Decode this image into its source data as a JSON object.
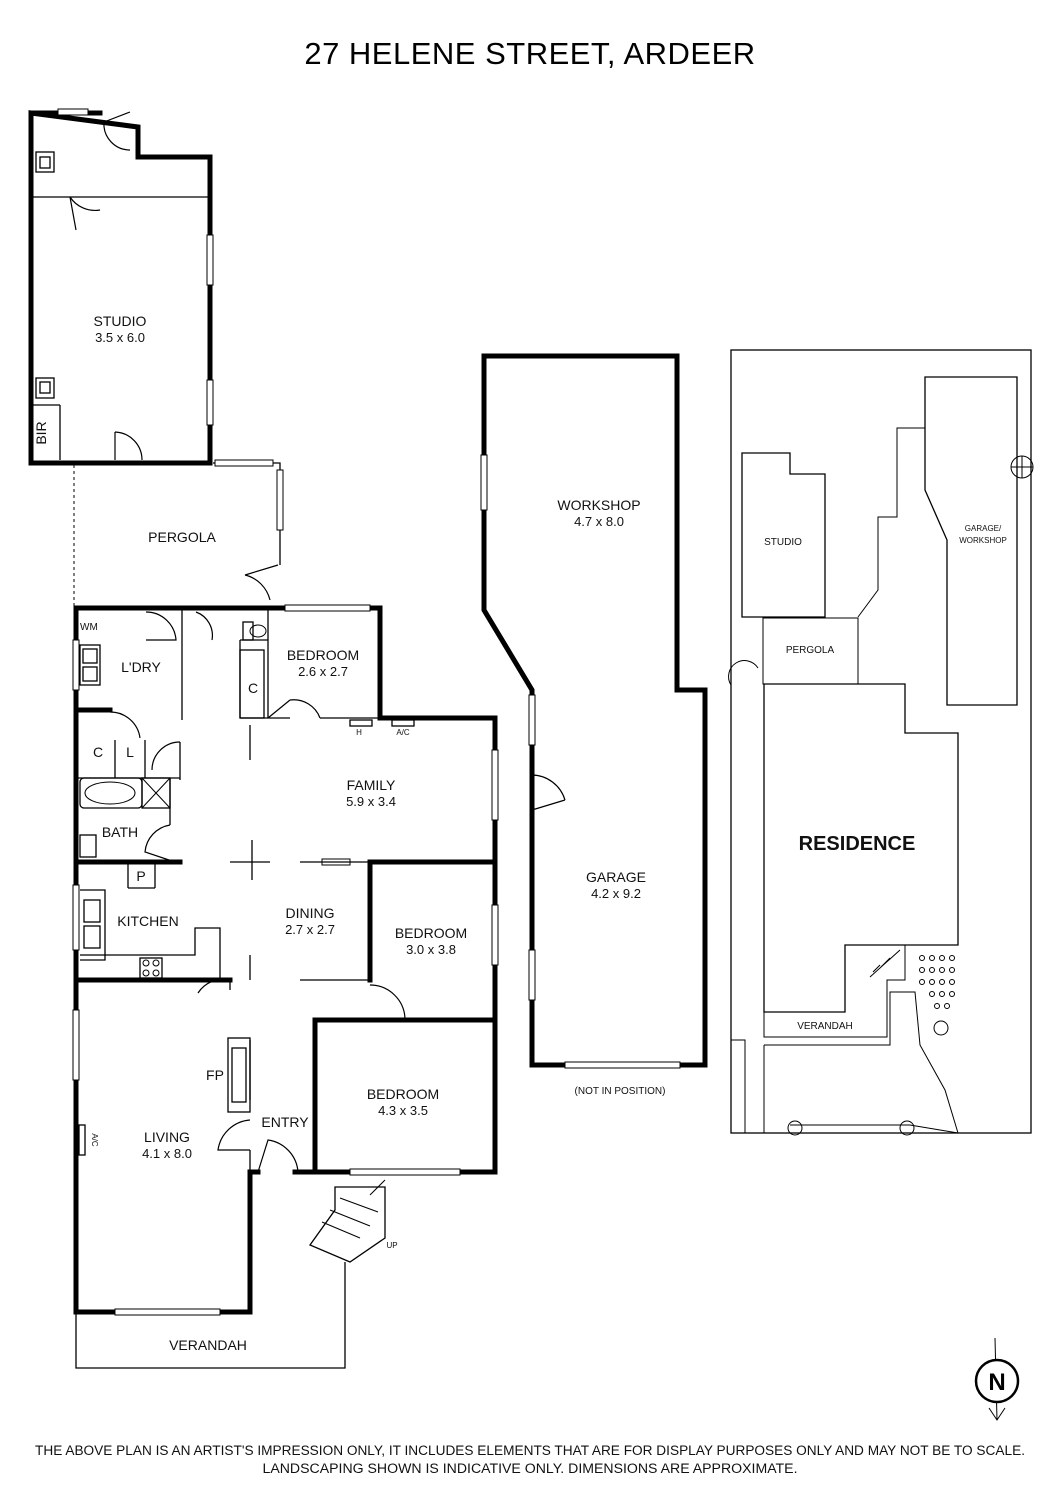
{
  "title": "27 HELENE STREET, ARDEER",
  "rooms": {
    "studio": {
      "name": "STUDIO",
      "dim": "3.5 x 6.0"
    },
    "bir": "BIR",
    "pergola": "PERGOLA",
    "wm": "WM",
    "laundry": "L'DRY",
    "bed1": {
      "name": "BEDROOM",
      "dim": "2.6 x 2.7"
    },
    "c_robe": "C",
    "c_linen": "C",
    "l_linen": "L",
    "heater": "H",
    "ac_family": "A/C",
    "family": {
      "name": "FAMILY",
      "dim": "5.9 x 3.4"
    },
    "bath": "BATH",
    "pantry": "P",
    "kitchen": "KITCHEN",
    "dining": {
      "name": "DINING",
      "dim": "2.7 x 2.7"
    },
    "bed2": {
      "name": "BEDROOM",
      "dim": "3.0 x 3.8"
    },
    "fp": "FP",
    "entry": "ENTRY",
    "bed3": {
      "name": "BEDROOM",
      "dim": "4.3 x 3.5"
    },
    "ac_living": "A/C",
    "living": {
      "name": "LIVING",
      "dim": "4.1 x 8.0"
    },
    "up": "UP",
    "verandah": "VERANDAH",
    "workshop": {
      "name": "WORKSHOP",
      "dim": "4.7 x 8.0"
    },
    "garage": {
      "name": "GARAGE",
      "dim": "4.2 x 9.2"
    },
    "not_in_position": "(NOT IN POSITION)"
  },
  "site": {
    "studio": "STUDIO",
    "garage_workshop_1": "GARAGE/",
    "garage_workshop_2": "WORKSHOP",
    "pergola": "PERGOLA",
    "residence": "RESIDENCE",
    "verandah": "VERANDAH"
  },
  "north": "N",
  "disclaimer_line1": "THE ABOVE PLAN IS AN ARTIST'S IMPRESSION ONLY, IT INCLUDES ELEMENTS THAT ARE FOR DISPLAY PURPOSES ONLY AND MAY NOT BE TO SCALE.",
  "disclaimer_line2": "LANDSCAPING SHOWN IS INDICATIVE ONLY. DIMENSIONS ARE APPROXIMATE."
}
